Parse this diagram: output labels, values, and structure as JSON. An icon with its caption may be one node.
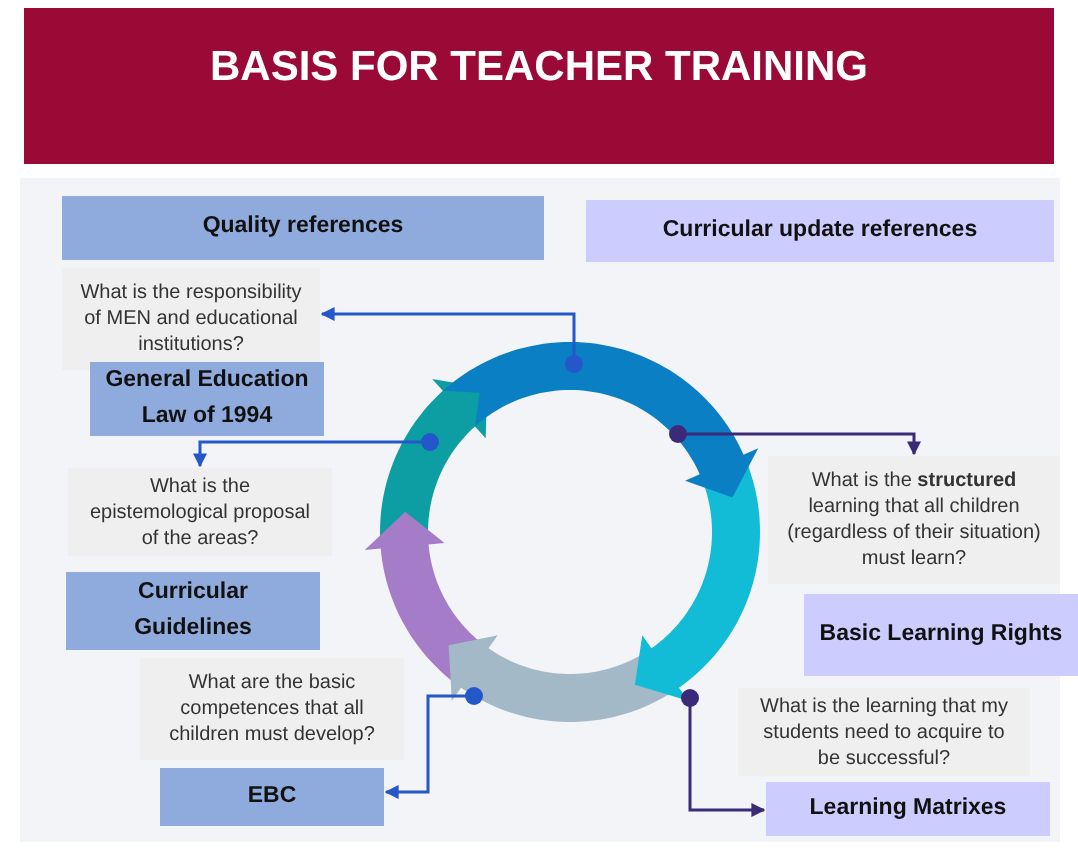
{
  "diagram": {
    "title": "BASIS FOR TEACHER TRAINING",
    "nodes": [
      {
        "text": [
          "Quality references"
        ]
      },
      {
        "text": [
          "Curricular update references"
        ]
      },
      {
        "text": [
          "What is the responsibility of MEN and educational institutions?"
        ]
      },
      {
        "text": [
          "General Education Law of 1994"
        ]
      },
      {
        "text": [
          "What is the epistemological proposal of the areas?"
        ]
      },
      {
        "text": [
          "Curricular Guidelines"
        ]
      },
      {
        "text": [
          "What are the basic competences that all children must develop?"
        ]
      },
      {
        "text": [
          "EBC"
        ]
      },
      {
        "text": [
          "What is the **structured** learning that all children (regardless of their situation) must learn?"
        ]
      },
      {
        "text": [
          "Basic Learning Rights"
        ]
      },
      {
        "text": [
          "What is the learning that my students need to acquire to be successful?"
        ]
      },
      {
        "text": [
          "Learning Matrixes"
        ]
      },
      {
        "text": [],
        "shape": "ring"
      }
    ],
    "edges": [
      {
        "from": 12,
        "to": 2,
        "arrow": "to"
      },
      {
        "from": 12,
        "to": 4,
        "arrow": "to"
      },
      {
        "from": 12,
        "to": 8,
        "arrow": "to",
        "color": "#3b2a78"
      },
      {
        "from": 12,
        "to": 7,
        "arrow": "to"
      },
      {
        "from": 12,
        "to": 11,
        "arrow": "to",
        "color": "#3b2a78"
      }
    ]
  }
}
